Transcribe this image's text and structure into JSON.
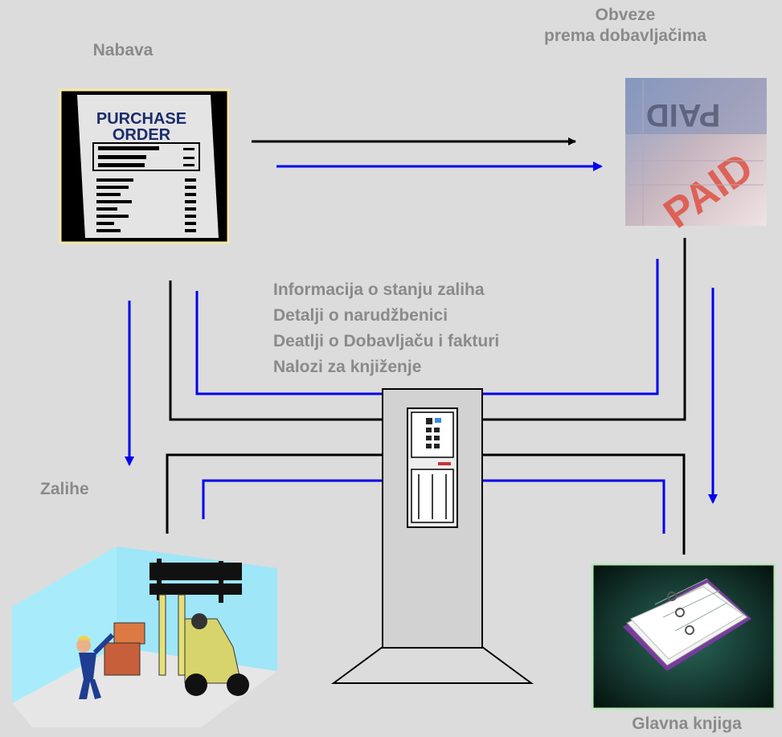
{
  "labels": {
    "nabava": "Nabava",
    "obveze_line1": "Obveze",
    "obveze_line2": "prema dobavljačima",
    "zalihe": "Zalihe",
    "glavna_knjiga": "Glavna knjiga"
  },
  "purchase_order": {
    "line1": "PURCHASE",
    "line2": "ORDER"
  },
  "paid_stamp": "PAID",
  "info_lines": [
    "Informacija o stanju zaliha",
    "Detalji o narudžbenici",
    "Deatlji o Dobavljaču i fakturi",
    "Nalozi za knjiženje"
  ],
  "colors": {
    "black_line": "#000000",
    "blue_line": "#0000ee",
    "label_gray": "#8a8a8a",
    "background": "#dcdcdc"
  }
}
